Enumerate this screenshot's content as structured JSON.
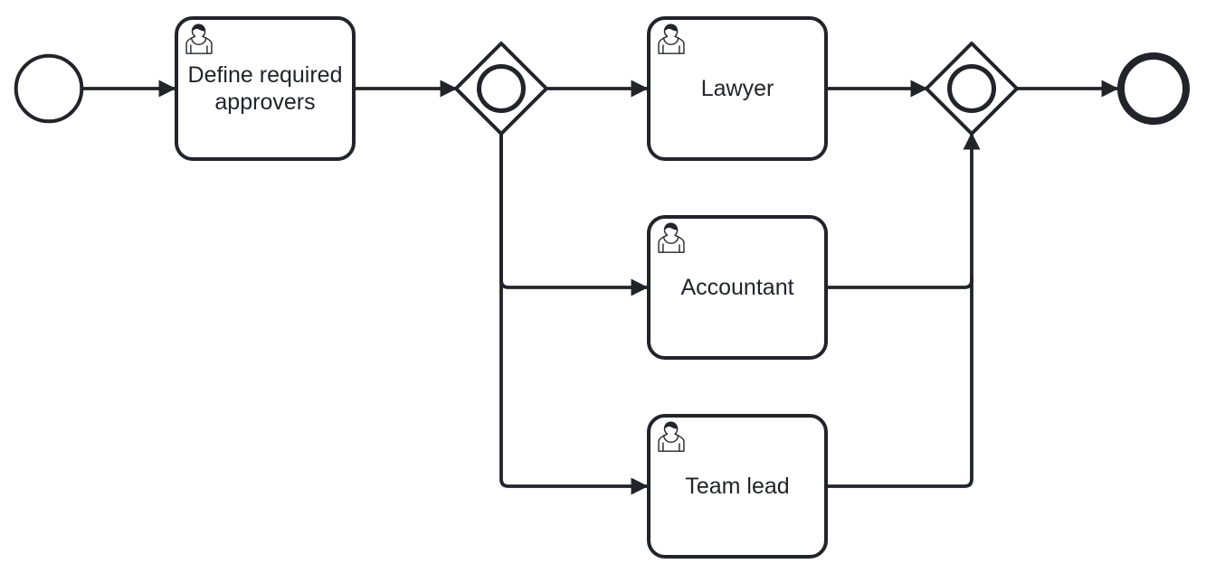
{
  "diagram": {
    "kind": "bpmn-process-diagram",
    "colors": {
      "stroke": "#22242a",
      "shape_fill": "#ffffff",
      "background": "#ffffff"
    },
    "events": {
      "start": {
        "icon": "start-event-circle"
      },
      "end": {
        "icon": "end-event-thick-circle"
      }
    },
    "gateways": [
      {
        "role": "split",
        "icon": "inclusive-gateway-diamond-circle"
      },
      {
        "role": "join",
        "icon": "inclusive-gateway-diamond-circle"
      }
    ],
    "tasks": [
      {
        "label": "Define required approvers",
        "icon": "user-icon"
      },
      {
        "label": "Lawyer",
        "icon": "user-icon"
      },
      {
        "label": "Accountant",
        "icon": "user-icon"
      },
      {
        "label": "Team lead",
        "icon": "user-icon"
      }
    ],
    "flows": [
      {
        "from": "start-event",
        "to": "task-define-required-approvers"
      },
      {
        "from": "task-define-required-approvers",
        "to": "inclusive-gateway-split"
      },
      {
        "from": "inclusive-gateway-split",
        "to": "task-lawyer"
      },
      {
        "from": "inclusive-gateway-split",
        "to": "task-accountant"
      },
      {
        "from": "inclusive-gateway-split",
        "to": "task-team-lead"
      },
      {
        "from": "task-lawyer",
        "to": "inclusive-gateway-join"
      },
      {
        "from": "task-accountant",
        "to": "inclusive-gateway-join"
      },
      {
        "from": "task-team-lead",
        "to": "inclusive-gateway-join"
      },
      {
        "from": "inclusive-gateway-join",
        "to": "end-event"
      }
    ]
  }
}
